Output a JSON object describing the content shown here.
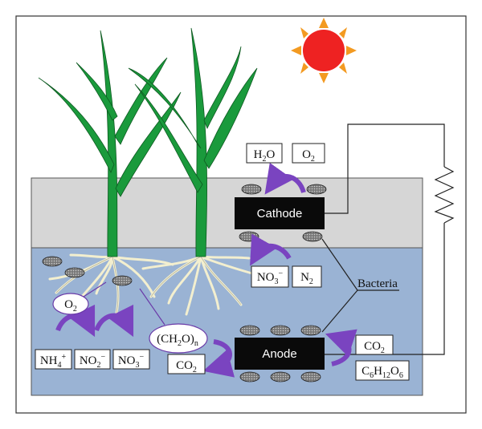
{
  "labels": {
    "cathode": "Cathode",
    "anode": "Anode",
    "bacteria": "Bacteria",
    "water": {
      "base": "H",
      "sub": "2",
      "tail": "O"
    },
    "oxygen_top": {
      "base": "O",
      "sub": "2"
    },
    "oxygen_root": {
      "base": "O",
      "sub": "2"
    },
    "nitrate_cathode": {
      "base": "NO",
      "sub": "3",
      "sup": "−"
    },
    "nitrogen": {
      "base": "N",
      "sub": "2"
    },
    "ammonium": {
      "base": "NH",
      "sub": "4",
      "sup": "+"
    },
    "nitrite": {
      "base": "NO",
      "sub": "2",
      "sup": "−"
    },
    "nitrate_soil": {
      "base": "NO",
      "sub": "3",
      "sup": "−"
    },
    "organic": {
      "pre": "(CH",
      "sub": "2",
      "tail": "O)",
      "suffix": "n"
    },
    "co2_left": {
      "base": "CO",
      "sub": "2"
    },
    "co2_right": {
      "base": "CO",
      "sub": "2"
    },
    "glucose": {
      "a": "C",
      "s1": "6",
      "b": "H",
      "s2": "12",
      "c": "O",
      "s3": "6"
    }
  },
  "colors": {
    "soil_surface": "#d6d6d6",
    "water_zone": "#9ab3d4",
    "electrode": "#0a0a0a",
    "arrow": "#7a44c0",
    "leaf": "#1a9a3c",
    "root": "#f3efcf",
    "sun": "#ee2222",
    "sun_rays": "#f39a21",
    "bacteria_fill": "#666666"
  }
}
